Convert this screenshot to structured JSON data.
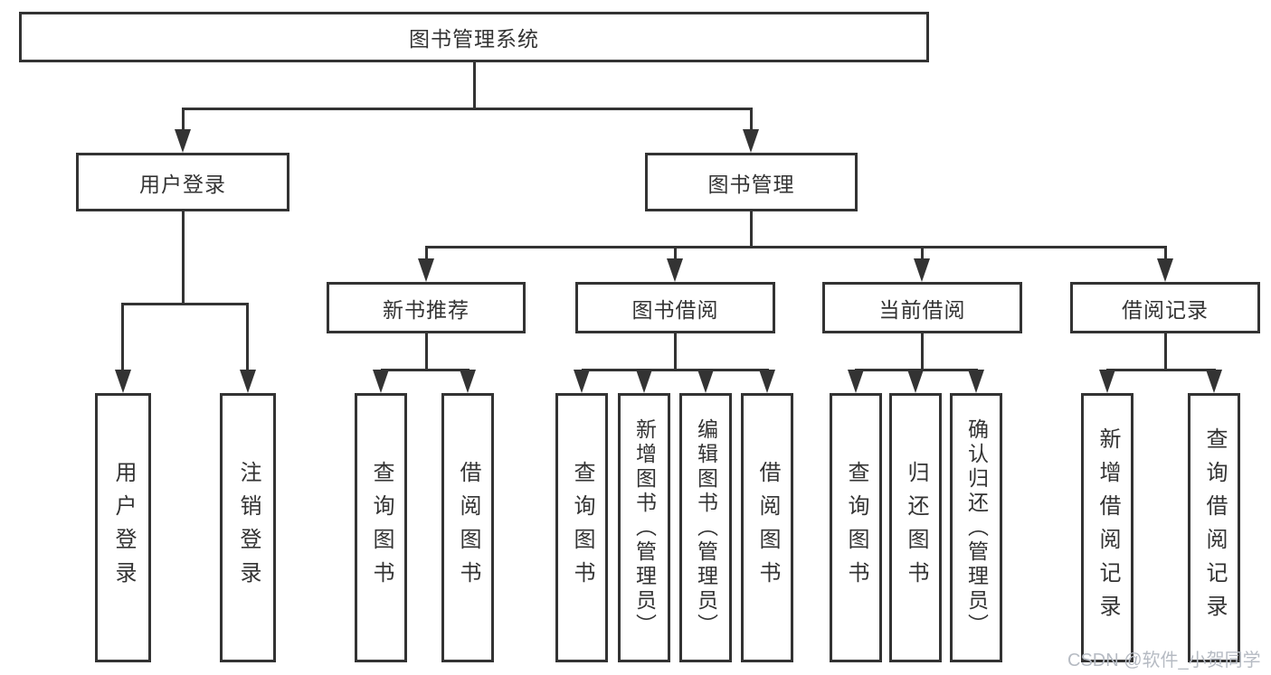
{
  "diagram": {
    "root": {
      "label": "图书管理系统"
    },
    "level2": [
      {
        "label": "用户登录"
      },
      {
        "label": "图书管理"
      }
    ],
    "level3": [
      {
        "label": "新书推荐"
      },
      {
        "label": "图书借阅"
      },
      {
        "label": "当前借阅"
      },
      {
        "label": "借阅记录"
      }
    ],
    "leaves": {
      "login": [
        {
          "label": "用户登录"
        },
        {
          "label": "注销登录"
        }
      ],
      "recommend": [
        {
          "label": "查询图书"
        },
        {
          "label": "借阅图书"
        }
      ],
      "borrow": [
        {
          "label": "查询图书"
        },
        {
          "label": "新增图书（管理员）"
        },
        {
          "label": "编辑图书（管理员）"
        },
        {
          "label": "借阅图书"
        }
      ],
      "current": [
        {
          "label": "查询图书"
        },
        {
          "label": "归还图书"
        },
        {
          "label": "确认归还（管理员）"
        }
      ],
      "records": [
        {
          "label": "新增借阅记录"
        },
        {
          "label": "查询借阅记录"
        }
      ]
    }
  },
  "watermark": {
    "text": "CSDN @软件_小贺同学"
  },
  "colors": {
    "line": "#333333",
    "box_border": "#333333",
    "text": "#333333",
    "watermark": "#b6bbc3",
    "background": "#ffffff"
  }
}
